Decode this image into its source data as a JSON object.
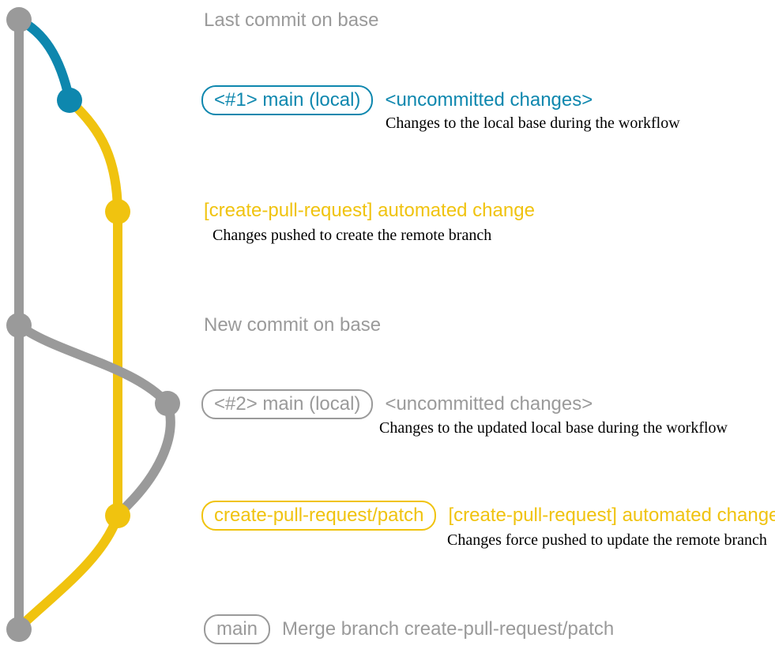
{
  "colors": {
    "gray": "#9a9a9a",
    "blue": "#0e87ae",
    "yellow": "#f0c30f",
    "ink": "#000000",
    "bg": "#ffffff"
  },
  "rows": [
    {
      "annotation": "Last commit on base"
    },
    {
      "badge": "<#1> main (local)",
      "title": "<uncommitted changes>",
      "caption": "Changes to the local base during the workflow",
      "color": "blue"
    },
    {
      "title": "[create-pull-request] automated change",
      "caption": "Changes pushed to create the remote branch",
      "color": "yellow"
    },
    {
      "annotation": "New commit on base"
    },
    {
      "badge": "<#2> main (local)",
      "title": "<uncommitted changes>",
      "caption": "Changes to the updated local base during the workflow",
      "color": "gray"
    },
    {
      "badge": "create-pull-request/patch",
      "title": "[create-pull-request] automated change",
      "caption": "Changes force pushed to update the remote branch",
      "color": "yellow"
    },
    {
      "badge": "main",
      "title": "Merge branch create-pull-request/patch",
      "color": "gray"
    }
  ],
  "graph": {
    "branches": [
      "base (gray)",
      "local main (blue)",
      "create-pull-request/patch (yellow)"
    ],
    "commit_count": 7
  }
}
